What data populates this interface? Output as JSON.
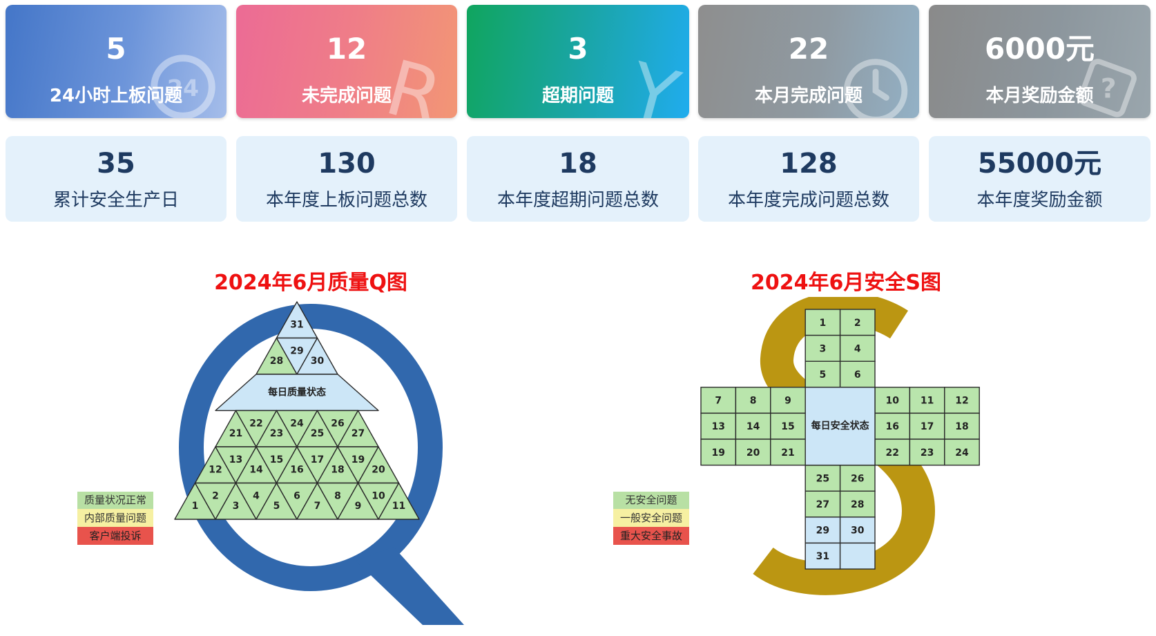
{
  "top_cards": [
    {
      "value": "5",
      "label": "24小时上板问题"
    },
    {
      "value": "12",
      "label": "未完成问题"
    },
    {
      "value": "3",
      "label": "超期问题"
    },
    {
      "value": "22",
      "label": "本月完成问题"
    },
    {
      "value": "6000元",
      "label": "本月奖励金额"
    }
  ],
  "bottom_cards": [
    {
      "value": "35",
      "label": "累计安全生产日"
    },
    {
      "value": "130",
      "label": "本年度上板问题总数"
    },
    {
      "value": "18",
      "label": "本年度超期问题总数"
    },
    {
      "value": "128",
      "label": "本年度完成问题总数"
    },
    {
      "value": "55000元",
      "label": "本年度奖励金额"
    }
  ],
  "quality_chart": {
    "title": "2024年6月质量Q图",
    "center_label": "每日质量状态",
    "legend": [
      {
        "label": "质量状况正常",
        "color": "#b8e0a4"
      },
      {
        "label": "内部质量问题",
        "color": "#f6f0a2"
      },
      {
        "label": "客户端投诉",
        "color": "#e8534c"
      }
    ],
    "cell_colors": {
      "green": "#b9e5ac",
      "blue": "#cce6f7"
    },
    "rows": [
      {
        "days": [
          31
        ],
        "color": "blue"
      },
      {
        "days": [
          28,
          29,
          30
        ],
        "color_pattern": [
          "green",
          "blue",
          "blue"
        ]
      },
      {
        "days": [
          21,
          22,
          23,
          24,
          25,
          26,
          27
        ],
        "color": "green"
      },
      {
        "days": [
          12,
          13,
          14,
          15,
          16,
          17,
          18,
          19,
          20
        ],
        "color": "green"
      },
      {
        "days": [
          1,
          2,
          3,
          4,
          5,
          6,
          7,
          8,
          9,
          10,
          11
        ],
        "color": "green"
      }
    ]
  },
  "safety_chart": {
    "title": "2024年6月安全S图",
    "center_label": "每日安全状态",
    "legend": [
      {
        "label": "无安全问题",
        "color": "#b8e0a4"
      },
      {
        "label": "一般安全问题",
        "color": "#f6f0a2"
      },
      {
        "label": "重大安全事故",
        "color": "#e8534c"
      }
    ],
    "cell_colors": {
      "green": "#b9e5ac",
      "blue": "#cce6f7"
    },
    "cells": [
      {
        "day": "1",
        "col": 3,
        "row": 0,
        "color": "green"
      },
      {
        "day": "2",
        "col": 4,
        "row": 0,
        "color": "green"
      },
      {
        "day": "3",
        "col": 3,
        "row": 1,
        "color": "green"
      },
      {
        "day": "4",
        "col": 4,
        "row": 1,
        "color": "green"
      },
      {
        "day": "5",
        "col": 3,
        "row": 2,
        "color": "green"
      },
      {
        "day": "6",
        "col": 4,
        "row": 2,
        "color": "green"
      },
      {
        "day": "7",
        "col": 0,
        "row": 3,
        "color": "green"
      },
      {
        "day": "8",
        "col": 1,
        "row": 3,
        "color": "green"
      },
      {
        "day": "9",
        "col": 2,
        "row": 3,
        "color": "green"
      },
      {
        "day": "10",
        "col": 5,
        "row": 3,
        "color": "green"
      },
      {
        "day": "11",
        "col": 6,
        "row": 3,
        "color": "green"
      },
      {
        "day": "12",
        "col": 7,
        "row": 3,
        "color": "green"
      },
      {
        "day": "13",
        "col": 0,
        "row": 4,
        "color": "green"
      },
      {
        "day": "14",
        "col": 1,
        "row": 4,
        "color": "green"
      },
      {
        "day": "15",
        "col": 2,
        "row": 4,
        "color": "green"
      },
      {
        "day": "16",
        "col": 5,
        "row": 4,
        "color": "green"
      },
      {
        "day": "17",
        "col": 6,
        "row": 4,
        "color": "green"
      },
      {
        "day": "18",
        "col": 7,
        "row": 4,
        "color": "green"
      },
      {
        "day": "19",
        "col": 0,
        "row": 5,
        "color": "green"
      },
      {
        "day": "20",
        "col": 1,
        "row": 5,
        "color": "green"
      },
      {
        "day": "21",
        "col": 2,
        "row": 5,
        "color": "green"
      },
      {
        "day": "22",
        "col": 5,
        "row": 5,
        "color": "green"
      },
      {
        "day": "23",
        "col": 6,
        "row": 5,
        "color": "green"
      },
      {
        "day": "24",
        "col": 7,
        "row": 5,
        "color": "green"
      },
      {
        "day": "25",
        "col": 3,
        "row": 6,
        "color": "green"
      },
      {
        "day": "26",
        "col": 4,
        "row": 6,
        "color": "green"
      },
      {
        "day": "27",
        "col": 3,
        "row": 7,
        "color": "green"
      },
      {
        "day": "28",
        "col": 4,
        "row": 7,
        "color": "green"
      },
      {
        "day": "29",
        "col": 3,
        "row": 8,
        "color": "blue"
      },
      {
        "day": "30",
        "col": 4,
        "row": 8,
        "color": "blue"
      },
      {
        "day": "31",
        "col": 3,
        "row": 9,
        "color": "blue"
      },
      {
        "day": "",
        "col": 4,
        "row": 9,
        "color": "blue"
      }
    ]
  }
}
